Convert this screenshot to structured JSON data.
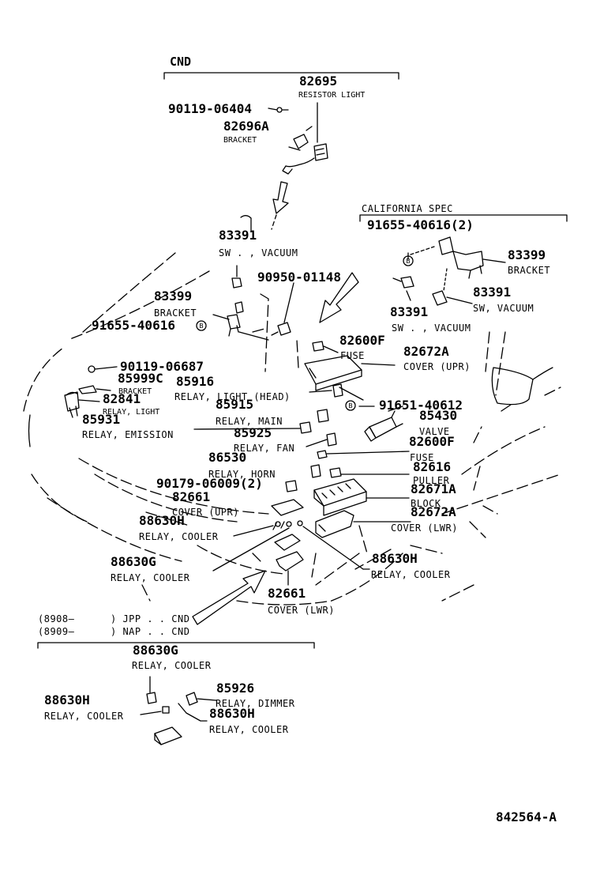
{
  "groups": {
    "cnd": "CND",
    "california": "CALIFORNIA SPEC",
    "jpp_code": "(8908—",
    "jpp": ") JPP . . CND",
    "nap_code": "(8909—",
    "nap": ") NAP . . CND"
  },
  "ref": "842564-A",
  "bolt_mark": "B",
  "parts": [
    {
      "no": "82695",
      "name": "RESISTOR LIGHT"
    },
    {
      "no": "90119-06404",
      "name": ""
    },
    {
      "no": "82696A",
      "name": "BRACKET"
    },
    {
      "no": "83391",
      "name": "SW . , VACUUM"
    },
    {
      "no": "90950-01148",
      "name": ""
    },
    {
      "no": "83399",
      "name": "BRACKET"
    },
    {
      "no": "91655-40616",
      "name": ""
    },
    {
      "no": "91655-40616(2)",
      "name": ""
    },
    {
      "no": "83399",
      "name": "BRACKET"
    },
    {
      "no": "83391",
      "name": "SW, VACUUM"
    },
    {
      "no": "83391",
      "name": "SW . , VACUUM"
    },
    {
      "no": "82600F",
      "name": "FUSE"
    },
    {
      "no": "82672A",
      "name": "COVER (UPR)"
    },
    {
      "no": "90119-06687",
      "name": ""
    },
    {
      "no": "85999C",
      "name": "BRACKET"
    },
    {
      "no": "85916",
      "name": "RELAY, LIGHT (HEAD)"
    },
    {
      "no": "82841",
      "name": "RELAY, LIGHT"
    },
    {
      "no": "91651-40612",
      "name": ""
    },
    {
      "no": "85931",
      "name": "RELAY, EMISSION"
    },
    {
      "no": "85915",
      "name": "RELAY, MAIN"
    },
    {
      "no": "85430",
      "name": "VALVE"
    },
    {
      "no": "85925",
      "name": "RELAY, FAN"
    },
    {
      "no": "82600F",
      "name": "FUSE"
    },
    {
      "no": "86530",
      "name": "RELAY, HORN"
    },
    {
      "no": "82616",
      "name": "PULLER"
    },
    {
      "no": "90179-06009(2)",
      "name": ""
    },
    {
      "no": "82671A",
      "name": "BLOCK"
    },
    {
      "no": "82661",
      "name": "COVER (UPR)"
    },
    {
      "no": "82672A",
      "name": "COVER (LWR)"
    },
    {
      "no": "88630H",
      "name": "RELAY, COOLER"
    },
    {
      "no": "88630G",
      "name": "RELAY, COOLER"
    },
    {
      "no": "88630H",
      "name": "RELAY, COOLER"
    },
    {
      "no": "82661",
      "name": "COVER (LWR)"
    },
    {
      "no": "88630G",
      "name": "RELAY, COOLER"
    },
    {
      "no": "85926",
      "name": "RELAY, DIMMER"
    },
    {
      "no": "88630H",
      "name": "RELAY, COOLER"
    },
    {
      "no": "88630H",
      "name": "RELAY, COOLER"
    }
  ]
}
